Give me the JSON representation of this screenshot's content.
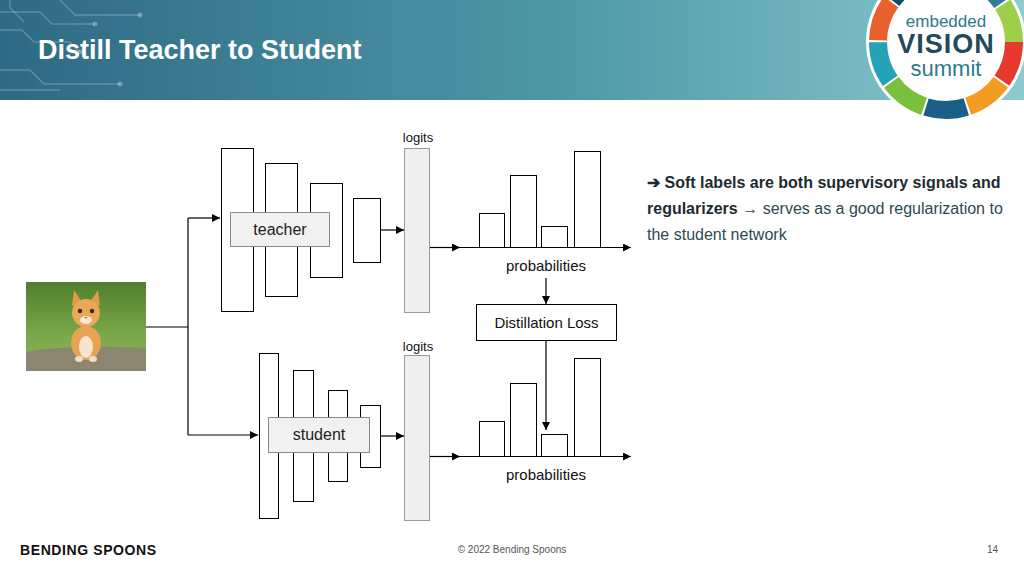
{
  "diagram": {
    "title": "Distill Teacher to Student",
    "nodes": [
      {
        "text": [
          "teacher"
        ]
      },
      {
        "text": [
          "logits"
        ]
      },
      {
        "text": [
          "probabilities"
        ]
      },
      {
        "text": [
          "Distillation Loss"
        ]
      },
      {
        "text": [
          "student"
        ]
      },
      {
        "text": [
          "logits"
        ]
      },
      {
        "text": [
          "probabilities"
        ]
      }
    ],
    "edges": [
      {
        "from": 0,
        "to": 1,
        "arrow": "to"
      },
      {
        "from": 1,
        "to": 2,
        "arrow": "to"
      },
      {
        "from": 2,
        "to": 3,
        "arrow": "to"
      },
      {
        "from": 3,
        "to": 6,
        "arrow": "to"
      },
      {
        "from": 4,
        "to": 5,
        "arrow": "to"
      },
      {
        "from": 5,
        "to": 6,
        "arrow": "to"
      }
    ],
    "labels": [
      "➔",
      "Soft labels are both supervisory signals and regularizers",
      "→",
      "serves as a good regularization to the student network",
      "embedded",
      "VISION",
      "summit",
      "BENDING SPOONS",
      "© 2022 Bending Spoons",
      "14"
    ]
  }
}
